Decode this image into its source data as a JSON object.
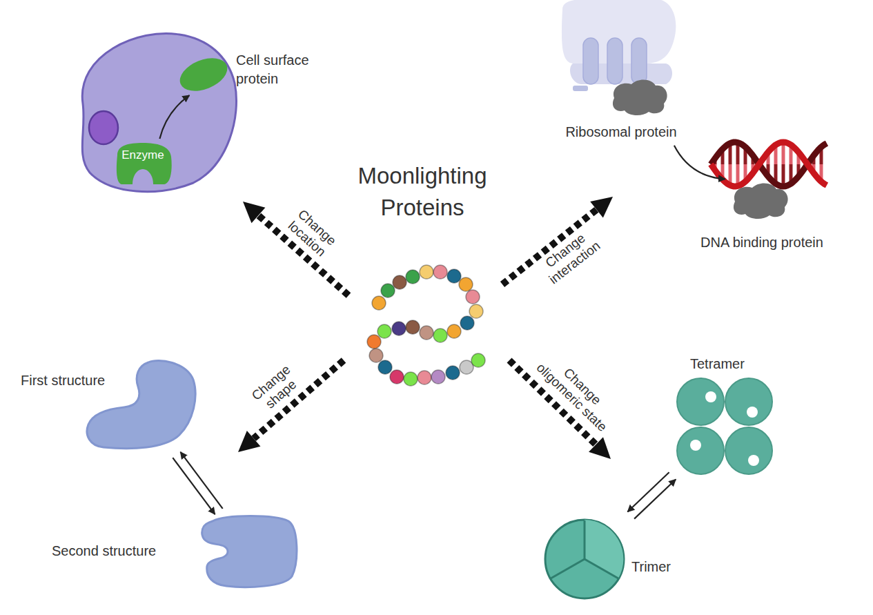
{
  "diagram": {
    "title": "Moonlighting Proteins",
    "nodes": [
      {
        "text": [
          "Enzyme"
        ]
      },
      {
        "text": [
          "Cell surface protein"
        ]
      },
      {
        "text": [
          "Ribosomal protein"
        ]
      },
      {
        "text": [
          "DNA binding protein"
        ]
      },
      {
        "text": [
          "First structure"
        ]
      },
      {
        "text": [
          "Second structure"
        ]
      },
      {
        "text": [
          "Tetramer"
        ]
      },
      {
        "text": [
          "Trimer"
        ]
      }
    ],
    "edges": [
      {
        "from": 0,
        "to": 1,
        "arrow": "to"
      },
      {
        "from": 2,
        "to": 3,
        "arrow": "to"
      },
      {
        "from": 4,
        "to": 5,
        "arrow": "to"
      },
      {
        "from": 5,
        "to": 4,
        "arrow": "to"
      },
      {
        "from": 6,
        "to": 7,
        "arrow": "to"
      },
      {
        "from": 7,
        "to": 6,
        "arrow": "to"
      }
    ],
    "labels": [
      "Change location",
      "Change interaction",
      "Change shape",
      "Change oligomeric state"
    ]
  }
}
